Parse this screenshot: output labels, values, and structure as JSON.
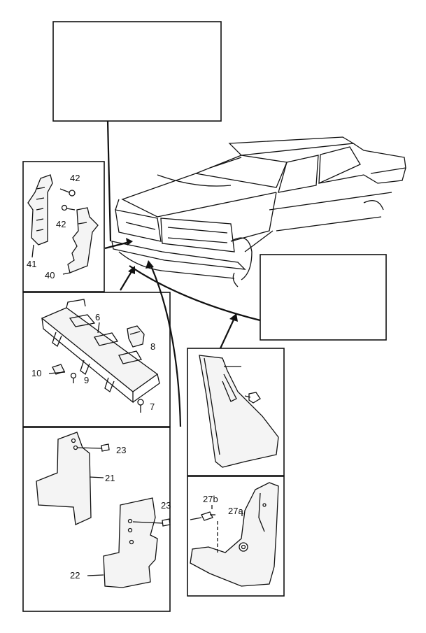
{
  "callouts": {
    "p40": "40",
    "p41": "41",
    "p42a": "42",
    "p42b": "42",
    "p6": "6",
    "p7": "7",
    "p8": "8",
    "p9": "9",
    "p10": "10",
    "p21": "21",
    "p22": "22",
    "p23a": "23",
    "p23b": "23",
    "p27a": "27a",
    "p27b": "27b"
  }
}
